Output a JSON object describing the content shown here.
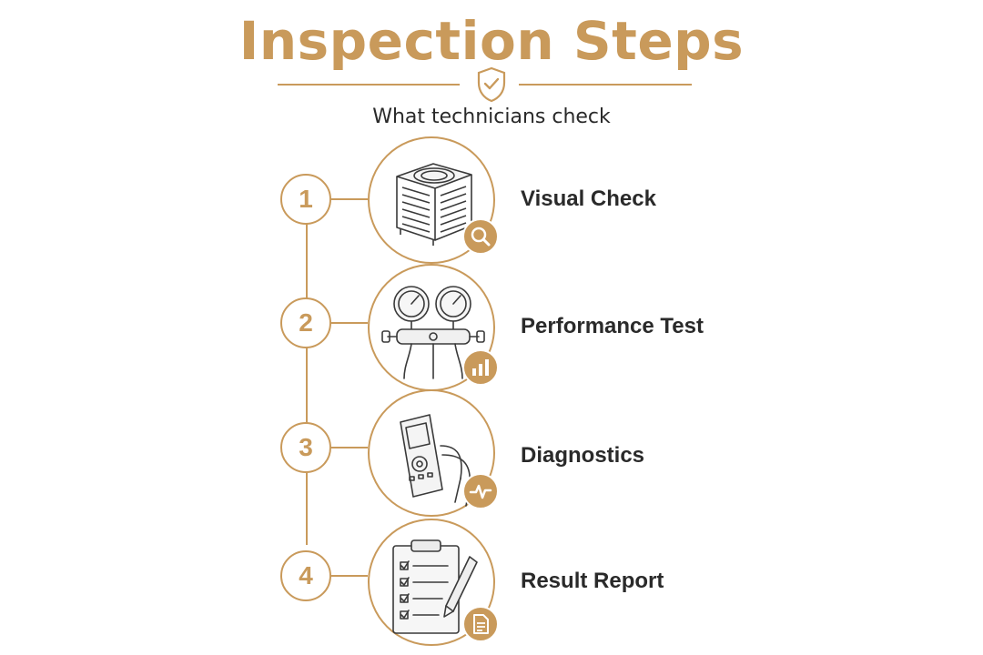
{
  "title": "Inspection Steps",
  "subtitle": "What technicians check",
  "colors": {
    "accent": "#c99a5b",
    "text": "#2a2a2a",
    "ink": "#3a3a3a"
  },
  "header_icon": "shield-check-icon",
  "steps": [
    {
      "number": "1",
      "label": "Visual Check",
      "illustration": "ac-unit-illustration",
      "badge_icon": "magnifier-icon"
    },
    {
      "number": "2",
      "label": "Performance Test",
      "illustration": "manifold-gauge-illustration",
      "badge_icon": "bar-chart-icon"
    },
    {
      "number": "3",
      "label": "Diagnostics",
      "illustration": "multimeter-illustration",
      "badge_icon": "pulse-icon"
    },
    {
      "number": "4",
      "label": "Result Report",
      "illustration": "clipboard-illustration",
      "badge_icon": "document-icon"
    }
  ]
}
